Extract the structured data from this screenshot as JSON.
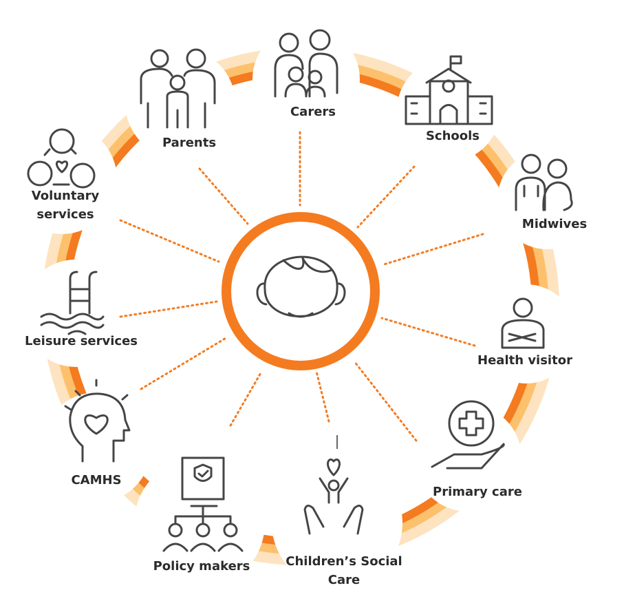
{
  "colors": {
    "ring_outer": "#fde3bf",
    "ring_middle": "#fdc06c",
    "ring_inner": "#f47b20",
    "center_ring": "#f47b20",
    "dots": "#f47b20",
    "icon_stroke": "#454545"
  },
  "center": {
    "icon": "child-face-icon"
  },
  "nodes": [
    {
      "label": "Carers",
      "icon": "carers-icon"
    },
    {
      "label": "Schools",
      "icon": "school-icon"
    },
    {
      "label": "Midwives",
      "icon": "midwives-icon"
    },
    {
      "label": "Health visitor",
      "icon": "health-visitor-icon"
    },
    {
      "label": "Primary care",
      "icon": "hand-medical-cross-icon"
    },
    {
      "label": "Children’s Social",
      "label2": "Care",
      "icon": "hands-child-heart-icon"
    },
    {
      "label": "Policy makers",
      "icon": "policy-document-group-icon"
    },
    {
      "label": "CAMHS",
      "icon": "head-heart-icon"
    },
    {
      "label": "Leisure services",
      "icon": "swimming-pool-icon"
    },
    {
      "label": "Voluntary",
      "label2": "services",
      "icon": "people-network-heart-icon"
    },
    {
      "label": "Parents",
      "icon": "family-icon"
    }
  ]
}
